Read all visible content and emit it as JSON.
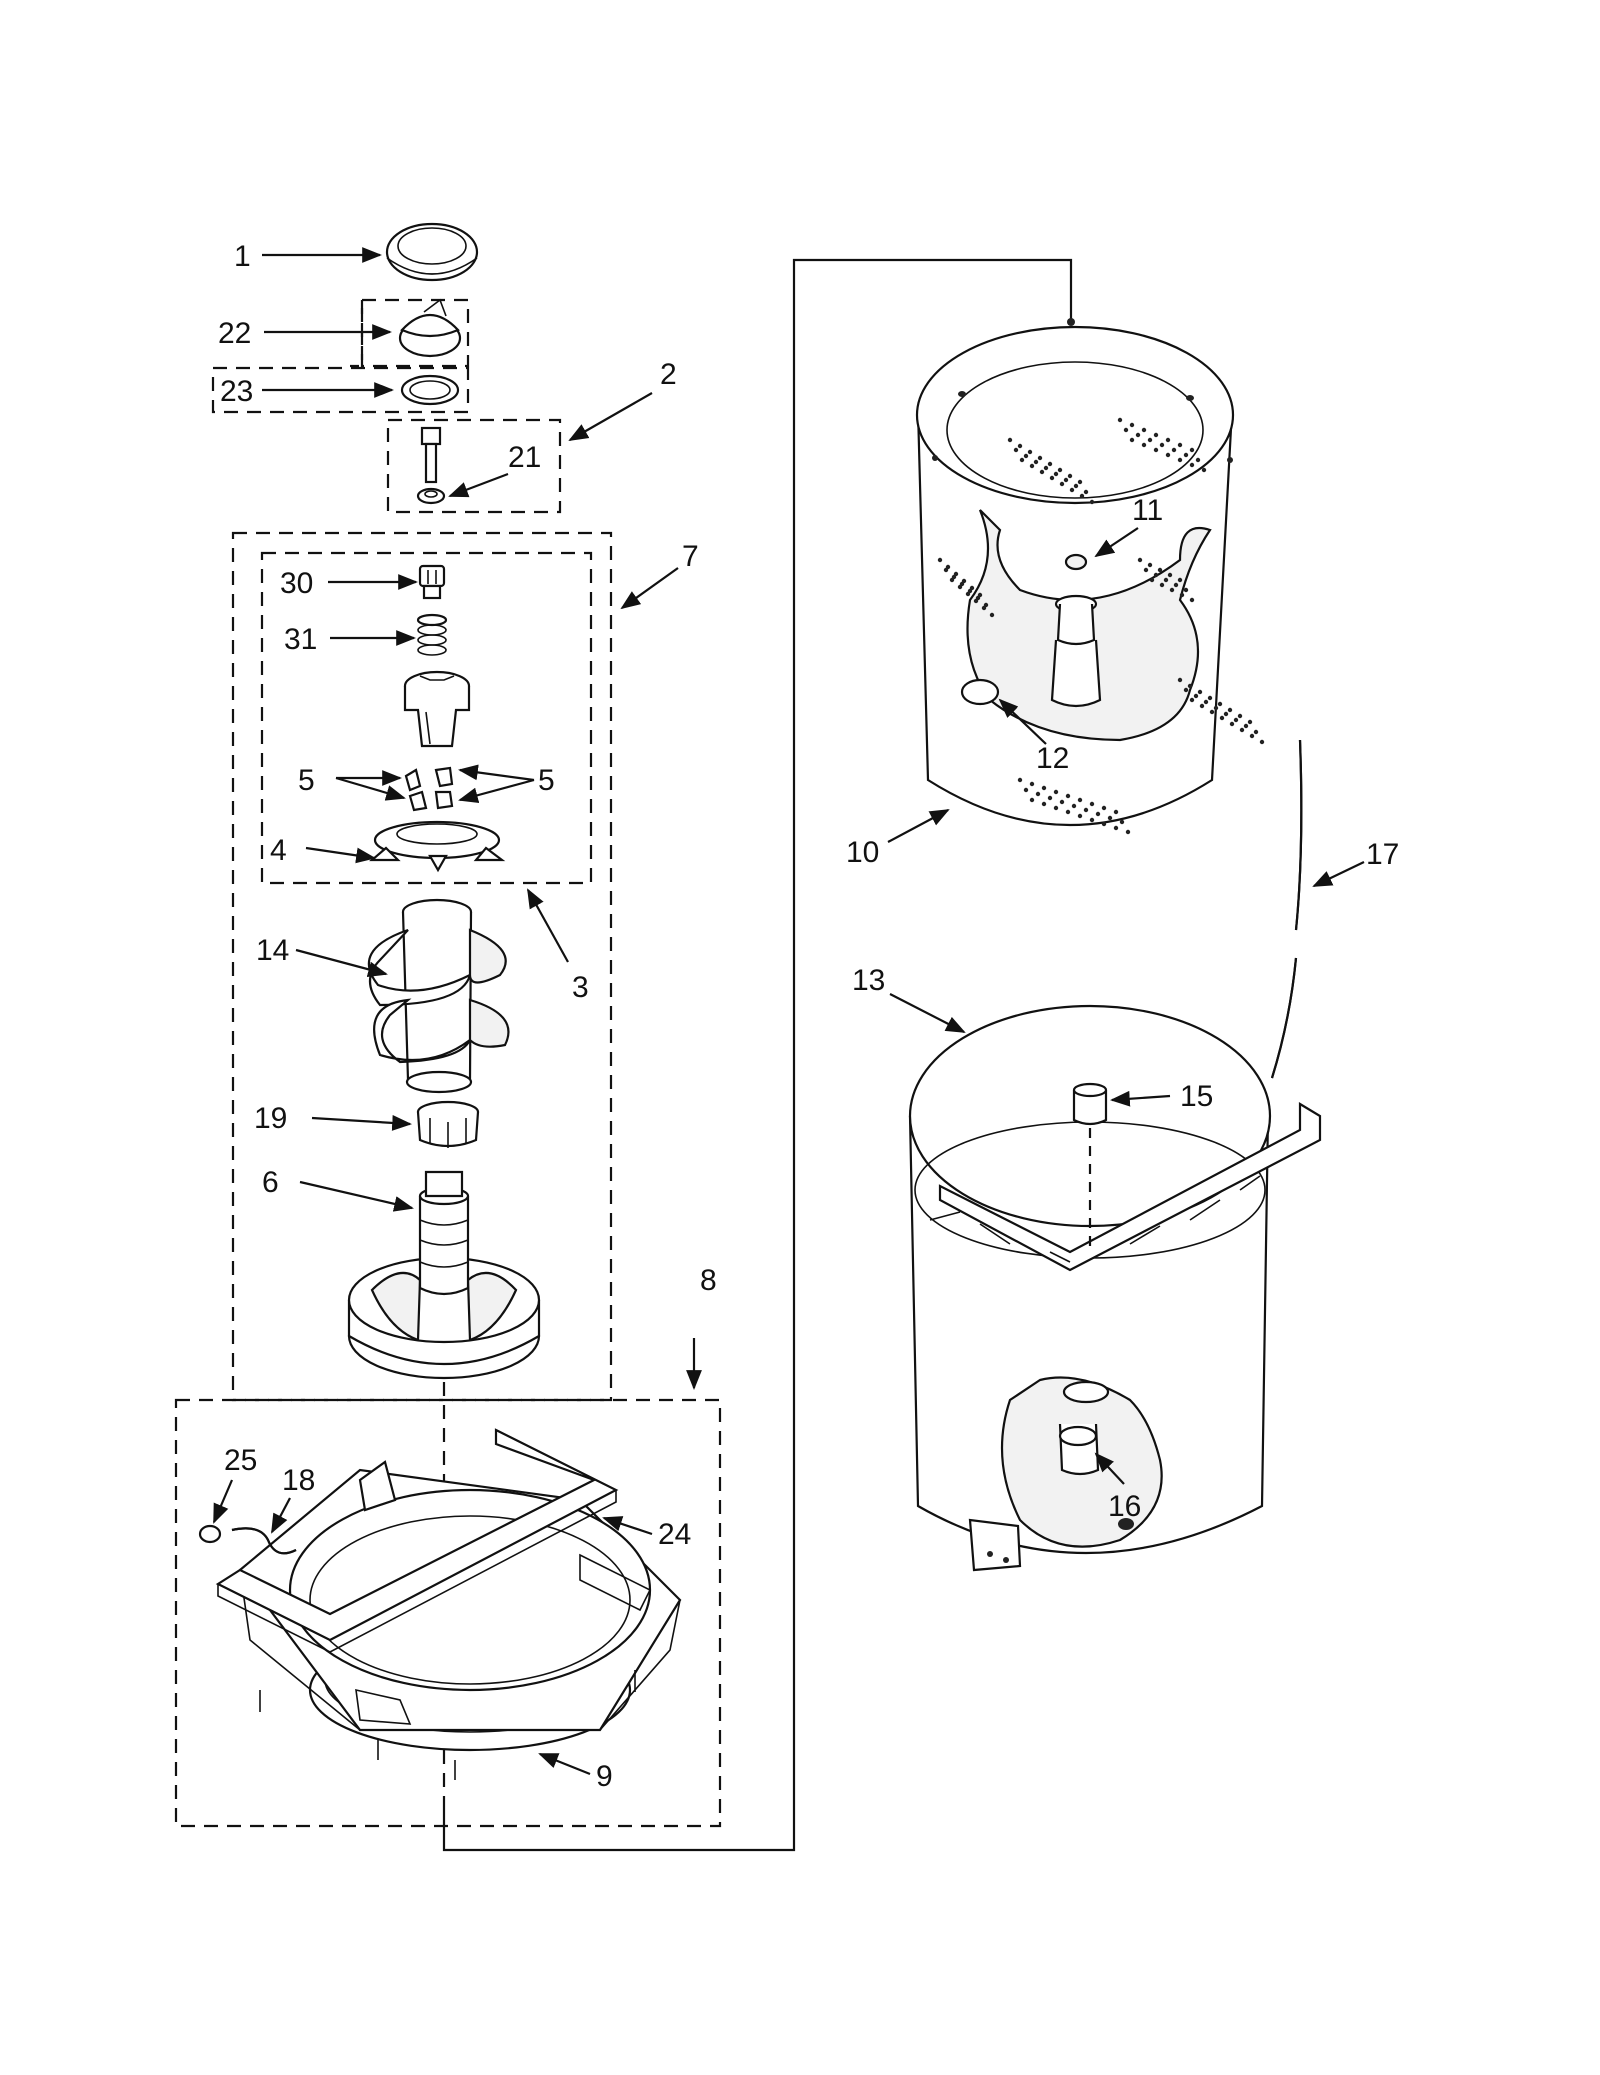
{
  "diagram": {
    "callouts": {
      "c1": "1",
      "c2": "2",
      "c3": "3",
      "c4": "4",
      "c5a": "5",
      "c5b": "5",
      "c6": "6",
      "c7": "7",
      "c8": "8",
      "c9": "9",
      "c10": "10",
      "c11": "11",
      "c12": "12",
      "c13": "13",
      "c14": "14",
      "c15": "15",
      "c16": "16",
      "c17": "17",
      "c18": "18",
      "c19": "19",
      "c21": "21",
      "c22": "22",
      "c23": "23",
      "c24": "24",
      "c25": "25",
      "c30": "30",
      "c31": "31"
    }
  }
}
